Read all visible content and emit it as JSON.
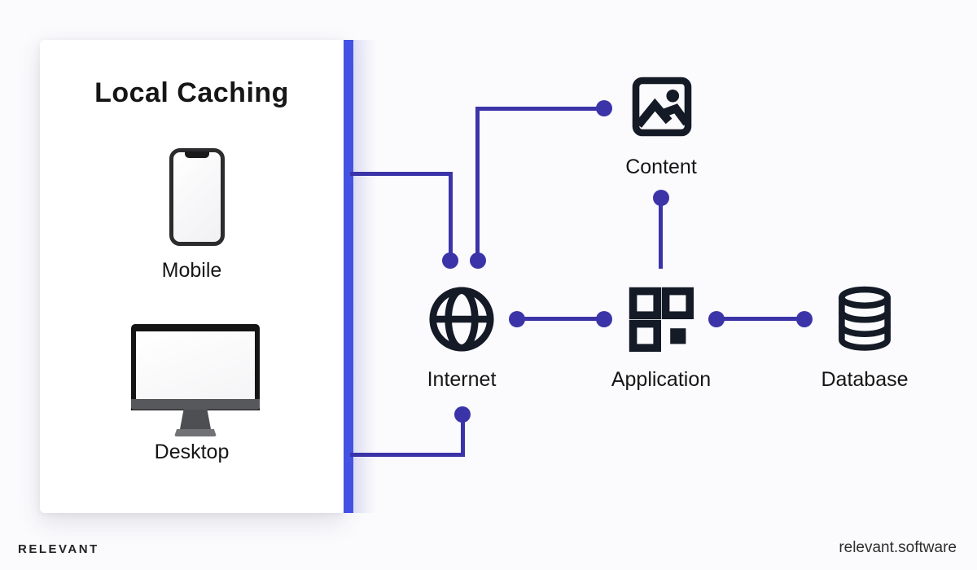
{
  "card": {
    "title": "Local Caching",
    "devices": [
      {
        "label": "Mobile",
        "icon": "smartphone-icon"
      },
      {
        "label": "Desktop",
        "icon": "desktop-monitor-icon"
      }
    ]
  },
  "nodes": [
    {
      "id": "content",
      "label": "Content",
      "icon": "image-icon"
    },
    {
      "id": "internet",
      "label": "Internet",
      "icon": "globe-icon"
    },
    {
      "id": "application",
      "label": "Application",
      "icon": "app-grid-icon"
    },
    {
      "id": "database",
      "label": "Database",
      "icon": "database-icon"
    }
  ],
  "edges": [
    {
      "from": "local-caching",
      "to": "internet",
      "route": "top"
    },
    {
      "from": "local-caching",
      "to": "internet",
      "route": "bottom"
    },
    {
      "from": "internet",
      "to": "content"
    },
    {
      "from": "internet",
      "to": "application"
    },
    {
      "from": "application",
      "to": "content"
    },
    {
      "from": "application",
      "to": "database"
    }
  ],
  "colors": {
    "connector": "#3B34A8",
    "accent_bar": "#4352E3",
    "icon": "#141A26",
    "text": "#161616",
    "background": "#FBFBFD",
    "card": "#FFFFFF"
  },
  "footer": {
    "brand": "RELEVANT",
    "site": "relevant.software"
  }
}
